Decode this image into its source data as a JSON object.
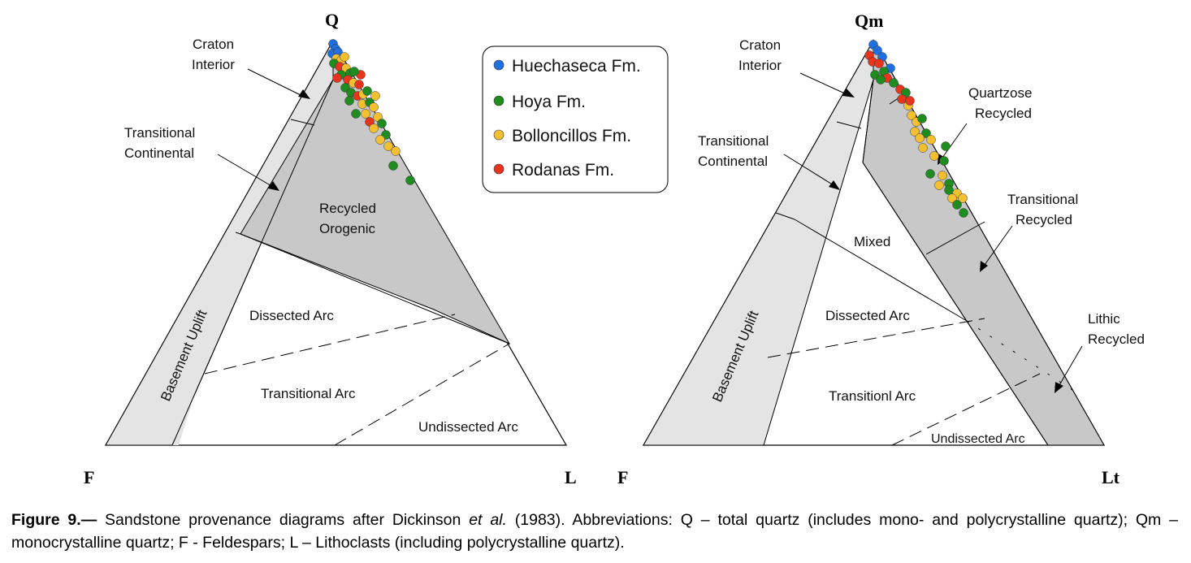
{
  "diagrams": [
    {
      "id": "qfl",
      "apex_top": "Q",
      "apex_left": "F",
      "apex_right": "L",
      "fields": {
        "craton_interior": [
          "Craton",
          "Interior"
        ],
        "transitional_continental": [
          "Transitional",
          "Continental"
        ],
        "recycled_orogenic": [
          "Recycled",
          "Orogenic"
        ],
        "basement_uplift": "Basement Uplift",
        "dissected_arc": "Dissected Arc",
        "transitional_arc": "Transitional Arc",
        "undissected_arc": "Undissected Arc"
      }
    },
    {
      "id": "qmflt",
      "apex_top": "Qm",
      "apex_left": "F",
      "apex_right": "Lt",
      "fields": {
        "craton_interior": [
          "Craton",
          "Interior"
        ],
        "transitional_continental": [
          "Transitional",
          "Continental"
        ],
        "quartzose_recycled": [
          "Quartzose",
          "Recycled"
        ],
        "transitional_recycled": [
          "Transitional",
          "Recycled"
        ],
        "mixed": "Mixed",
        "lithic_recycled": [
          "Lithic",
          "Recycled"
        ],
        "basement_uplift": "Basement Uplift",
        "dissected_arc": "Dissected Arc",
        "transitional_arc": "Transitionl Arc",
        "undissected_arc": "Undissected Arc"
      }
    }
  ],
  "legend": [
    {
      "label": "Huechaseca Fm.",
      "color": "#1f6fe0"
    },
    {
      "label": "Hoya Fm.",
      "color": "#1e8c1e"
    },
    {
      "label": "Bolloncillos Fm.",
      "color": "#f5c030"
    },
    {
      "label": "Rodanas Fm.",
      "color": "#e8341c"
    }
  ],
  "colors": {
    "field_light": "#e4e4e4",
    "field_dark": "#c8c8c8",
    "outline": "#000000"
  },
  "caption": {
    "lead": "Figure 9.—",
    "text1": " Sandstone provenance diagrams after Dickinson ",
    "italic": "et al.",
    "text2": " (1983). Abbreviations: Q – total quartz (includes mono- and polycrystalline quartz); Qm – monocrystalline quartz; F - Feldespars; L – Lithoclasts (including polycrystalline quartz)."
  }
}
